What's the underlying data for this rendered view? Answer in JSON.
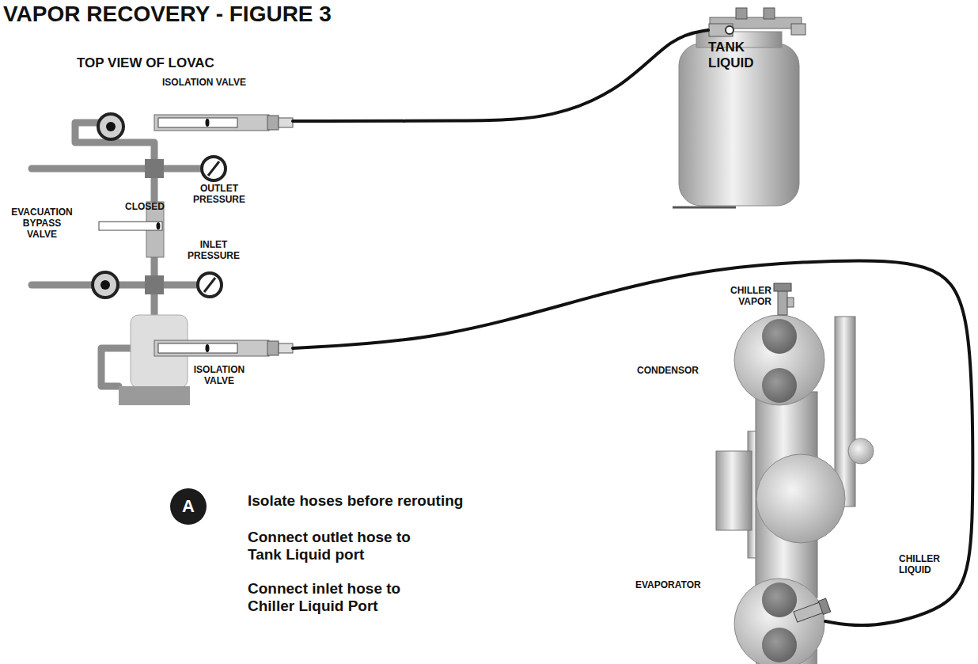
{
  "diagram": {
    "title": "VAPOR RECOVERY - FIGURE 3",
    "nodes": [
      {
        "text": [
          "ISOLATION VALVE"
        ]
      },
      {
        "text": [
          "TANK LIQUID"
        ]
      },
      {
        "text": [
          "ISOLATION VALVE"
        ]
      },
      {
        "text": [
          "CHILLER LIQUID"
        ]
      },
      {
        "text": [
          "A"
        ]
      }
    ],
    "edges": [
      {
        "from": 0,
        "to": 1,
        "arrow": "none"
      },
      {
        "from": 2,
        "to": 3,
        "arrow": "none"
      }
    ],
    "labels": [
      "TOP VIEW OF LOVAC",
      "OUTLET PRESSURE",
      "CLOSED",
      "EVACUATION BYPASS VALVE",
      "INLET PRESSURE",
      "CHILLER VAPOR",
      "CONDENSOR",
      "EVAPORATOR",
      "Isolate hoses before rerouting",
      "Connect outlet hose to Tank Liquid port",
      "Connect inlet hose to Chiller Liquid Port"
    ]
  }
}
